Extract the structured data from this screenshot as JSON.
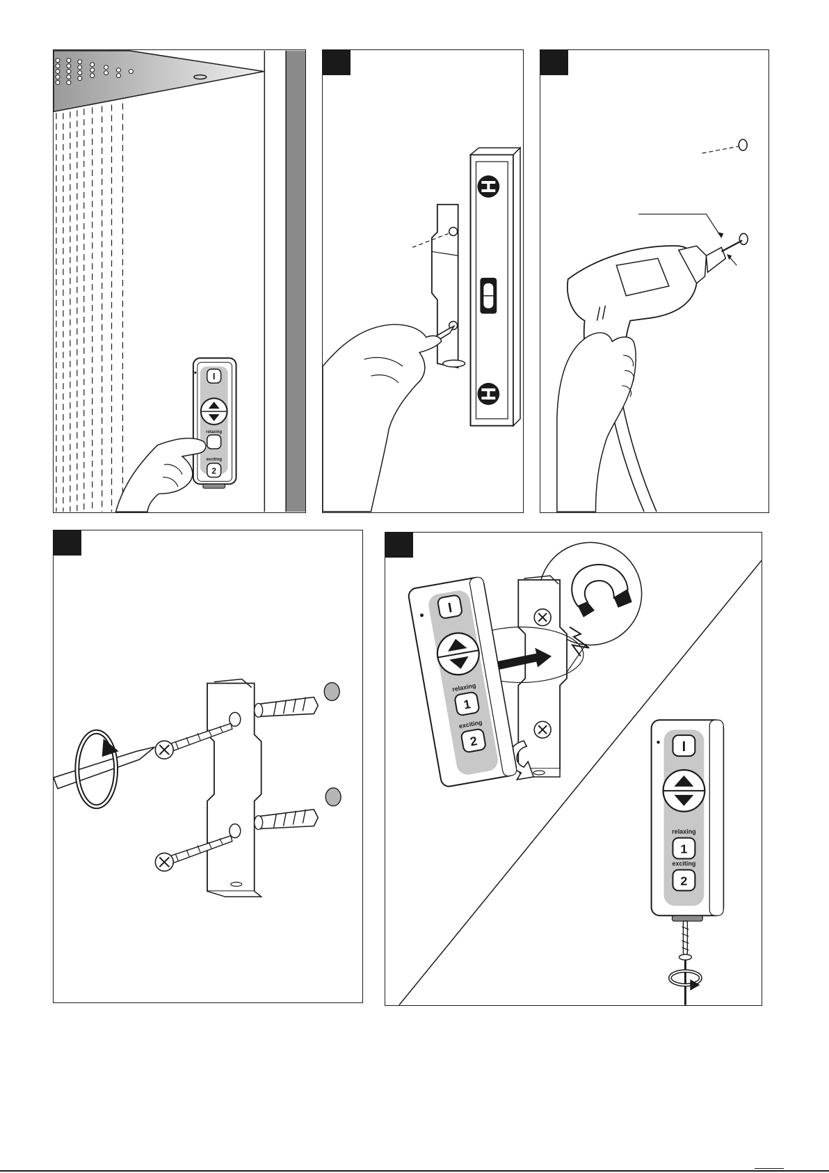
{
  "remote": {
    "power_symbol": "I",
    "label_relaxing": "relaxing",
    "label_exciting": "exciting",
    "button_1": "1",
    "button_2": "2"
  },
  "colors": {
    "ink": "#1a1a1a",
    "wall_grey": "#8a8a8a",
    "button_zone_grey": "#c8c8c8",
    "plug_grey": "#b5b5b5"
  },
  "icons": {
    "step_tab": "step-number-tab",
    "magnet": "horseshoe-magnet-icon",
    "rotate": "rotate-arrow-icon"
  }
}
